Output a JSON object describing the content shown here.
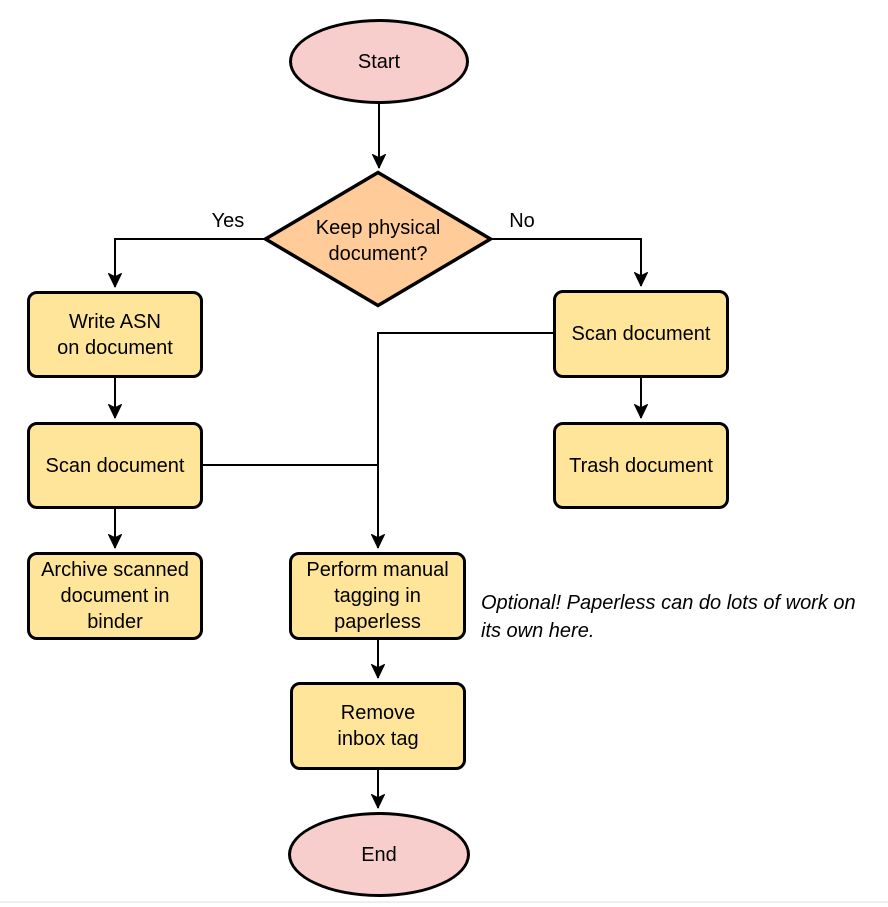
{
  "diagram": {
    "type": "flowchart",
    "colors": {
      "terminal_fill": "#f8cecc",
      "process_fill": "#ffe599",
      "decision_fill": "#ffcc99",
      "stroke": "#000000"
    },
    "nodes": {
      "start": {
        "label": "Start",
        "shape": "terminal"
      },
      "decision": {
        "label": "Keep physical\ndocument?",
        "shape": "decision"
      },
      "write_asn": {
        "label": "Write ASN\non document",
        "shape": "process"
      },
      "scan_left": {
        "label": "Scan document",
        "shape": "process"
      },
      "archive": {
        "label": "Archive scanned\ndocument in\nbinder",
        "shape": "process"
      },
      "scan_right": {
        "label": "Scan document",
        "shape": "process"
      },
      "trash": {
        "label": "Trash document",
        "shape": "process"
      },
      "tagging": {
        "label": "Perform manual\ntagging in\npaperless",
        "shape": "process"
      },
      "remove_inbox": {
        "label": "Remove\ninbox tag",
        "shape": "process"
      },
      "end": {
        "label": "End",
        "shape": "terminal"
      }
    },
    "edge_labels": {
      "yes": "Yes",
      "no": "No"
    },
    "annotation": "Optional! Paperless can do lots of work on\nits own here."
  }
}
